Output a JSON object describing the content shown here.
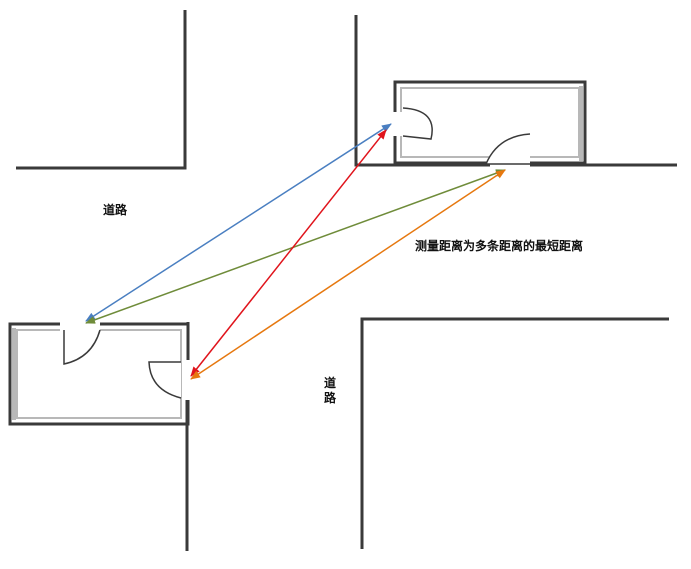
{
  "labels": {
    "road_left": "道路",
    "road_lower": "道路",
    "note": "测量距离为多条距离的最短距离"
  },
  "colors": {
    "wall": "#3a3a3a",
    "wall_light": "#b8b8b8",
    "arrow_blue": "#4a7fc1",
    "arrow_green": "#6f8c3a",
    "arrow_red": "#e0141c",
    "arrow_orange": "#e6780f"
  }
}
